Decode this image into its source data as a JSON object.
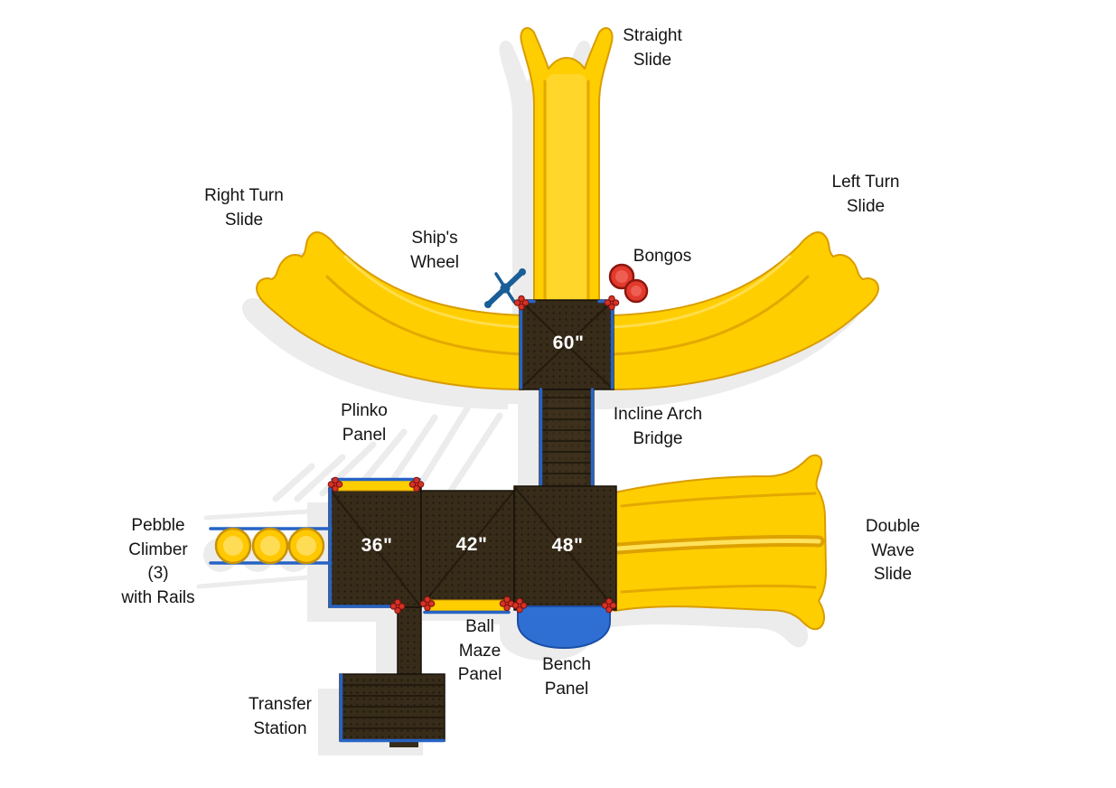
{
  "diagram": {
    "labels": {
      "straight_slide": "Straight\nSlide",
      "right_turn_slide": "Right Turn\nSlide",
      "left_turn_slide": "Left Turn\nSlide",
      "ships_wheel": "Ship's\nWheel",
      "bongos": "Bongos",
      "plinko_panel": "Plinko\nPanel",
      "incline_arch_bridge": "Incline Arch\nBridge",
      "pebble_climber": "Pebble\nClimber\n(3)\nwith Rails",
      "double_wave_slide": "Double\nWave\nSlide",
      "ball_maze_panel": "Ball\nMaze\nPanel",
      "bench_panel": "Bench\nPanel",
      "transfer_station": "Transfer\nStation"
    },
    "decks": {
      "deck_60": "60\"",
      "deck_36": "36\"",
      "deck_42": "42\"",
      "deck_48": "48\""
    },
    "colors": {
      "slide_yellow": "#FFCE00",
      "slide_edge": "#D99C00",
      "slide_highlight": "#FFE15A",
      "deck_brown": "#372B19",
      "deck_dot": "#201807",
      "rail_blue": "#2763C4",
      "bench_blue": "#2F6FD4",
      "clamp_red": "#D63226",
      "clamp_dark": "#7E130D",
      "bongo_red": "#E23A2C",
      "wheel_blue": "#1A5E97",
      "pebble_yellow": "#FFC800",
      "pebble_edge": "#C8920A",
      "shadow_gray": "#DCDCDC",
      "label_color": "#141414"
    }
  }
}
